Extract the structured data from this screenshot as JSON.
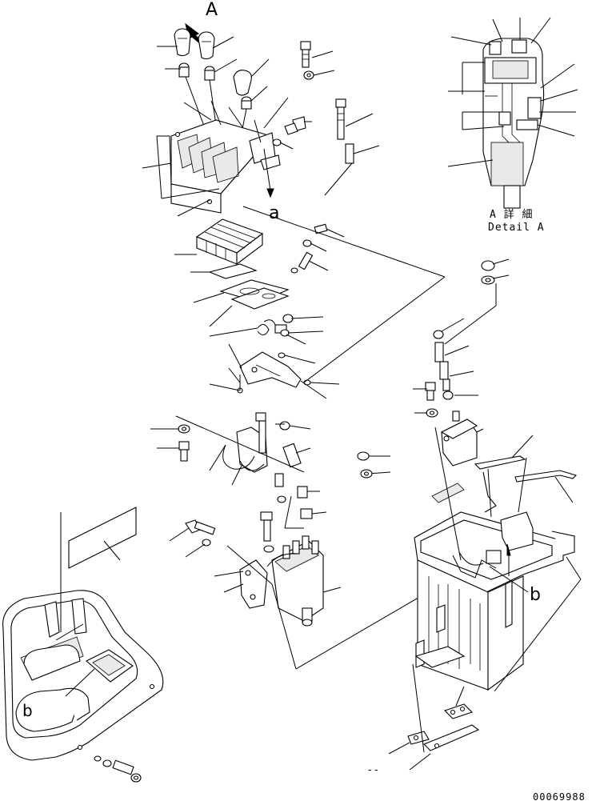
{
  "view_callout": "A",
  "arrow_label_a": "a",
  "arrow_label_b": "b",
  "detail_title_jp": "A 詳 細",
  "detail_title_en": "Detail A",
  "floor_label_b": "b",
  "drawing_number": "00069988",
  "dash_marks": "- -"
}
